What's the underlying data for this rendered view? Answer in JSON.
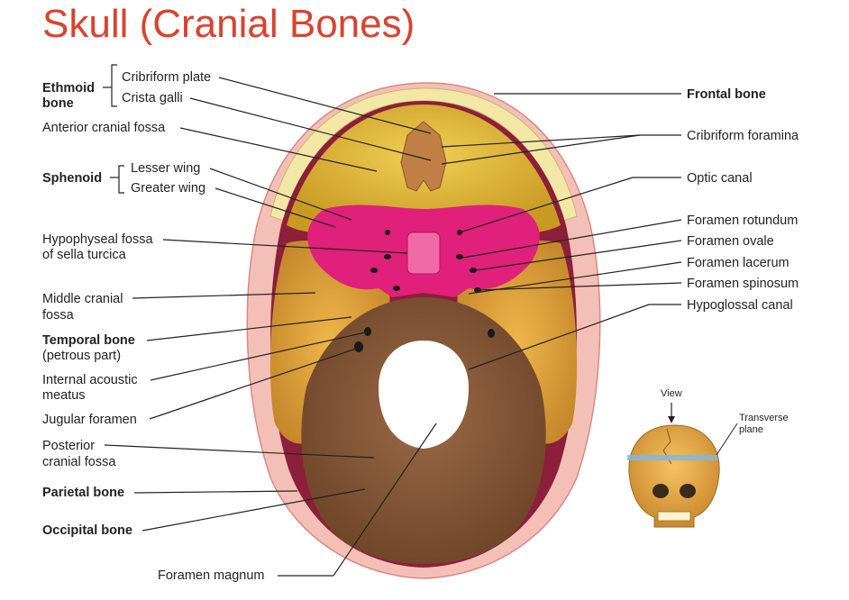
{
  "title": "Skull (Cranial Bones)",
  "labels": {
    "ethmoid_1": "Ethmoid",
    "ethmoid_2": "bone",
    "cribriform_plate": "Cribriform plate",
    "crista_galli": "Crista galli",
    "anterior_cranial_fossa": "Anterior cranial fossa",
    "sphenoid": "Sphenoid",
    "lesser_wing": "Lesser wing",
    "greater_wing": "Greater wing",
    "hypophyseal_1": "Hypophyseal fossa",
    "hypophyseal_2": "of sella turcica",
    "middle_cranial_1": "Middle cranial",
    "middle_cranial_2": "fossa",
    "temporal_bone": "Temporal bone",
    "petrous_part": "(petrous part)",
    "internal_acoustic_1": "Internal acoustic",
    "internal_acoustic_2": "meatus",
    "jugular_foramen": "Jugular foramen",
    "posterior_1": "Posterior",
    "posterior_2": "cranial fossa",
    "parietal_bone": "Parietal bone",
    "occipital_bone": "Occipital bone",
    "foramen_magnum": "Foramen magnum",
    "frontal_bone": "Frontal bone",
    "cribriform_foramina": "Cribriform foramina",
    "optic_canal": "Optic canal",
    "foramen_rotundum": "Foramen rotundum",
    "foramen_ovale": "Foramen ovale",
    "foramen_lacerum": "Foramen lacerum",
    "foramen_spinosum": "Foramen spinosum",
    "hypoglossal_canal": "Hypoglossal canal"
  },
  "inset": {
    "view": "View",
    "transverse_1": "Transverse",
    "transverse_2": "plane"
  },
  "colors": {
    "title": "#d9432f",
    "frontal": "#e8c447",
    "sphenoid": "#e0207a",
    "temporal": "#e3a53c",
    "occipital": "#8a5a3a",
    "parietal_rim": "#f2b9b0",
    "cut_bone": "#f3e7a6",
    "plane": "#7fb8e0"
  }
}
